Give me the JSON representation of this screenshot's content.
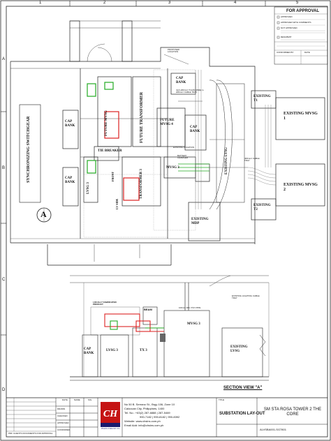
{
  "columns": [
    "1",
    "2",
    "3",
    "4",
    "5"
  ],
  "rows": [
    "A",
    "B",
    "C",
    "D"
  ],
  "approval": {
    "title": "FOR APPROVAL",
    "options": [
      "APPROVED",
      "APPROVED WITH COMMENTS",
      "NOT APPROVED",
      "RESUBMIT"
    ],
    "fields": [
      "CONFORMED BY",
      "DATE"
    ]
  },
  "plan": {
    "section_marker": "A",
    "equipment": [
      {
        "id": "sync-swgr",
        "label": "SYNCHRONIZING SWITCHGEAR"
      },
      {
        "id": "cap-bank-1",
        "label": "CAP BANK"
      },
      {
        "id": "cap-bank-2",
        "label": "CAP BANK"
      },
      {
        "id": "cap-bank-3",
        "label": "CAP BANK"
      },
      {
        "id": "cap-bank-4",
        "label": "CAP BANK"
      },
      {
        "id": "future-mvsg",
        "label": "FUTURE MVSG"
      },
      {
        "id": "future-transformer",
        "label": "FUTURE TRANSFORMER"
      },
      {
        "id": "tie-breaker",
        "label": "TIE BREAKER"
      },
      {
        "id": "lvsg3",
        "label": "LVSG 3"
      },
      {
        "id": "transformer3",
        "label": "TRANSFORMER 3"
      },
      {
        "id": "front",
        "label": "FRONT"
      },
      {
        "id": "lv-side",
        "label": "LV SIDE"
      },
      {
        "id": "future-mvsg4",
        "label": "FUTURE MVSG 4"
      },
      {
        "id": "mvsg3",
        "label": "MVSG 3"
      },
      {
        "id": "existing-lvsg",
        "label": "EXISTING LVSG"
      },
      {
        "id": "existing-t1",
        "label": "EXISTING T1"
      },
      {
        "id": "existing-t2",
        "label": "EXISTING T2"
      },
      {
        "id": "existing-mvsg1",
        "label": "EXISTING MVSG 1"
      },
      {
        "id": "existing-mvsg2",
        "label": "EXISTING MVSG 2"
      },
      {
        "id": "existing-mdp",
        "label": "EXISTING MDP"
      }
    ],
    "notes": {
      "proposed_location": "PROPOSED LOCATION",
      "cable_tray": "4x(3-200mm² THHN WIRE) 1-200mm² CABLE TRAY",
      "existing_location": "EXISTING LOCATION",
      "battery_charger": "BATTERY CHARGER",
      "cable_tray2": "400mm² CABLE TRAY"
    }
  },
  "section": {
    "title": "SECTION VIEW \"A\"",
    "locally_fabricated": "LOCALLY FABRICATED PRODUCT",
    "beam": "BEAM",
    "pvc_pipe": "100mm DIA. PVC PIPE",
    "lighting_tray": "EXISTING LIGHTING CABLE TRAY",
    "labels": [
      "CAP BANK",
      "LVSG 3",
      "TX 3",
      "MVSG 3",
      "EXISTING LVSG"
    ]
  },
  "titleblock": {
    "revisions_header": [
      "DATE",
      "NAME",
      "SIG."
    ],
    "revision_rows": [
      "DRAWN",
      "CHECKED",
      "APPROVED",
      "CONFIRMED"
    ],
    "company_logo_text": "CH",
    "company_tag": "World of Electric Inc.",
    "address_lines": [
      "No 50 B. Serrano St., Brgy 106, Zone 10",
      "Caloocan City, Philippines, 1400",
      "Tel. No.: +63(2) 287-6888 | 287-5469",
      "990-7182 | 990-8182 | 990-8392",
      "Website: www.chsins.com.ph",
      "Email Add: info@chsins.com.ph"
    ],
    "title_label": "TITLE",
    "drawing_title": "SUBSTATION LAY-OUT",
    "project": "SM STA ROSA TOWER 2 THE CORE",
    "drawing_no": "ALVSBA001-SG7801",
    "footer_note": "PDF CLIENTS DOCUMENTS FOR APPROVAL"
  }
}
